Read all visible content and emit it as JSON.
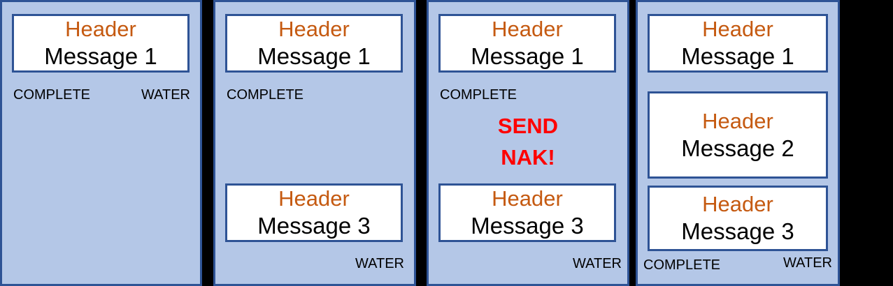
{
  "colors": {
    "panel_fill": "#B4C7E7",
    "panel_border": "#2E5395",
    "card_fill": "#FFFFFF",
    "header_text": "#C55A11",
    "body_text": "#000000",
    "alert_text": "#FF0000",
    "background": "#000000"
  },
  "panels": [
    {
      "id": "panel-1",
      "messages": [
        {
          "header": "Header",
          "body": "Message 1"
        }
      ],
      "captions": [
        {
          "text": "COMPLETE",
          "align": "left",
          "position": "under-message-1"
        },
        {
          "text": "WATER",
          "align": "right",
          "position": "under-message-1"
        }
      ],
      "alert": null
    },
    {
      "id": "panel-2",
      "messages": [
        {
          "header": "Header",
          "body": "Message 1"
        },
        {
          "header": "Header",
          "body": "Message 3"
        }
      ],
      "captions": [
        {
          "text": "COMPLETE",
          "align": "left",
          "position": "under-message-1"
        },
        {
          "text": "WATER",
          "align": "right",
          "position": "under-message-3"
        }
      ],
      "alert": null
    },
    {
      "id": "panel-3",
      "messages": [
        {
          "header": "Header",
          "body": "Message 1"
        },
        {
          "header": "Header",
          "body": "Message 3"
        }
      ],
      "captions": [
        {
          "text": "COMPLETE",
          "align": "left",
          "position": "under-message-1"
        },
        {
          "text": "WATER",
          "align": "right",
          "position": "under-message-3"
        }
      ],
      "alert": {
        "line1": "SEND",
        "line2": "NAK!"
      }
    },
    {
      "id": "panel-4",
      "messages": [
        {
          "header": "Header",
          "body": "Message 1"
        },
        {
          "header": "Header",
          "body": "Message 2"
        },
        {
          "header": "Header",
          "body": "Message 3"
        }
      ],
      "captions": [
        {
          "text": "COMPLETE",
          "align": "left",
          "position": "panel-bottom"
        },
        {
          "text": "WATER",
          "align": "right",
          "position": "panel-bottom"
        }
      ],
      "alert": null
    }
  ]
}
